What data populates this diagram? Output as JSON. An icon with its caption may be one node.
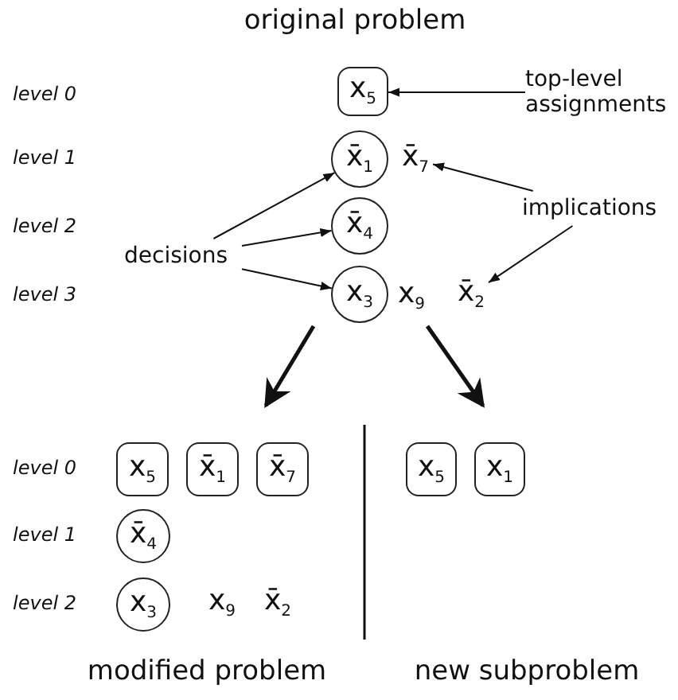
{
  "diagram": {
    "nodes": [
      {
        "text": [
          "original problem"
        ]
      },
      {
        "text": [
          "x$_{5}$"
        ],
        "in": 0
      },
      {
        "text": [
          "x̄$_{1}$"
        ],
        "in": 0
      },
      {
        "text": [
          "x̄$_{7}$"
        ],
        "in": 0
      },
      {
        "text": [
          "x̄$_{4}$"
        ],
        "in": 0
      },
      {
        "text": [
          "x$_{3}$"
        ],
        "in": 0
      },
      {
        "text": [
          "x̄$_{2}$"
        ],
        "in": 0
      },
      {
        "text": [
          "top-level assignments"
        ]
      },
      {
        "text": [
          "decisions"
        ]
      },
      {
        "text": [
          "implications"
        ]
      },
      {
        "text": [
          "modified problem"
        ]
      },
      {
        "text": [
          "x$_{5}$"
        ],
        "in": 10
      },
      {
        "text": [
          "x̄$_{1}$"
        ],
        "in": 10
      },
      {
        "text": [
          "x̄$_{7}$"
        ],
        "in": 10
      },
      {
        "text": [
          "x̄$_{4}$"
        ],
        "in": 10
      },
      {
        "text": [
          "x$_{3}$"
        ],
        "in": 10
      },
      {
        "text": [
          "new subproblem"
        ]
      },
      {
        "text": [
          "x$_{5}$"
        ],
        "in": 16
      },
      {
        "text": [
          "x$_{1}$"
        ],
        "in": 16
      }
    ],
    "edges": [
      {
        "from": 7,
        "to": 1,
        "arrow": "to"
      },
      {
        "from": 8,
        "to": 2,
        "arrow": "to"
      },
      {
        "from": 8,
        "to": 4,
        "arrow": "to"
      },
      {
        "from": 8,
        "to": 5,
        "arrow": "to"
      },
      {
        "from": 9,
        "to": 3,
        "arrow": "to"
      },
      {
        "from": 9,
        "to": 6,
        "arrow": "to"
      },
      {
        "from": 0,
        "to": 10,
        "arrow": "to",
        "style": "thick"
      },
      {
        "from": 0,
        "to": 16,
        "arrow": "to",
        "style": "thick"
      }
    ],
    "labels": [
      "level 0",
      "level 1",
      "level 2",
      "level 3",
      "x$_{9}$",
      "level 0",
      "level 1",
      "level 2",
      "x$_{9}$",
      "x̄$_{2}$"
    ]
  }
}
